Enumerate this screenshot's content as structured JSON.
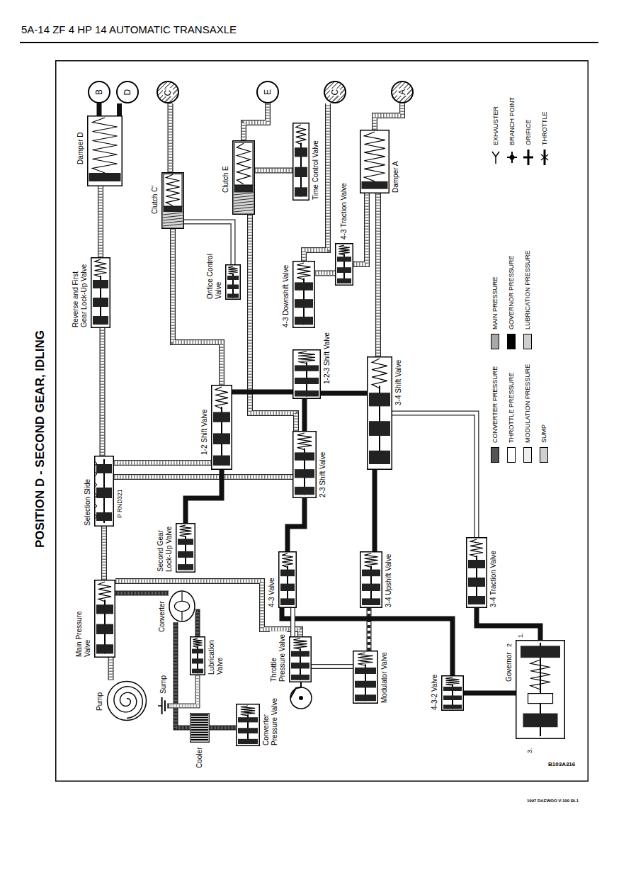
{
  "diagram": {
    "title": "POSITION D - SECOND GEAR, IDLING",
    "nodes": [
      {
        "text": [
          "Main Pressure Valve"
        ]
      },
      {
        "text": [
          "Pump"
        ]
      },
      {
        "text": [
          "Sump"
        ]
      },
      {
        "text": [
          "Cooler"
        ]
      },
      {
        "text": [
          "Lubrication Valve"
        ]
      },
      {
        "text": [
          "Converter"
        ]
      },
      {
        "text": [
          "Converter Pressure Valve"
        ]
      },
      {
        "text": [
          "Second Gear Lock-Up Valve"
        ]
      },
      {
        "text": [
          "Throttle Pressure Valve"
        ]
      },
      {
        "text": [
          "Modulator Valve"
        ]
      },
      {
        "text": [
          "4-3-2 Valve"
        ]
      },
      {
        "text": [
          "Governor"
        ]
      },
      {
        "text": [
          "Selection Slide"
        ]
      },
      {
        "text": [
          "4-3 Valve"
        ]
      },
      {
        "text": [
          "3-4 Upshift Valve"
        ]
      },
      {
        "text": [
          "3-4 Traction Valve"
        ]
      },
      {
        "text": [
          "2-3 Shift Valve"
        ]
      },
      {
        "text": [
          "1-2 Shift Valve"
        ]
      },
      {
        "text": [
          "3-4 Shift Valve"
        ]
      },
      {
        "text": [
          "1-2-3 Shift Valve"
        ]
      },
      {
        "text": [
          "Reverse and First Gear Lock-Up Valve"
        ]
      },
      {
        "text": [
          "Orifice Control Valve"
        ]
      },
      {
        "text": [
          "4-3 Downshift Valve"
        ]
      },
      {
        "text": [
          "4-3 Traction Valve"
        ]
      },
      {
        "text": [
          "Clutch C'"
        ]
      },
      {
        "text": [
          "Clutch E"
        ]
      },
      {
        "text": [
          "Time Control Valve"
        ]
      },
      {
        "text": [
          "Damper A"
        ]
      },
      {
        "text": [
          "Damper D"
        ]
      },
      {
        "text": [
          "B"
        ]
      },
      {
        "text": [
          "D"
        ]
      },
      {
        "text": [
          "C'"
        ]
      },
      {
        "text": [
          "E"
        ]
      },
      {
        "text": [
          "C"
        ]
      },
      {
        "text": [
          "A"
        ]
      }
    ],
    "edges": [
      {
        "from": 1,
        "to": 0,
        "arrow": "none"
      },
      {
        "from": 0,
        "to": 5,
        "arrow": "none"
      },
      {
        "from": 5,
        "to": 4,
        "arrow": "none"
      },
      {
        "from": 5,
        "to": 3,
        "arrow": "none"
      },
      {
        "from": 3,
        "to": 6,
        "arrow": "none"
      },
      {
        "from": 0,
        "to": 12,
        "arrow": "none"
      },
      {
        "from": 0,
        "to": 8,
        "arrow": "none"
      },
      {
        "from": 8,
        "to": 9,
        "arrow": "none"
      },
      {
        "from": 9,
        "to": 14,
        "arrow": "none"
      },
      {
        "from": 12,
        "to": 17,
        "arrow": "none"
      },
      {
        "from": 12,
        "to": 16,
        "arrow": "none"
      },
      {
        "from": 12,
        "to": 20,
        "arrow": "none"
      },
      {
        "from": 20,
        "to": 28,
        "arrow": "none"
      },
      {
        "from": 28,
        "to": 29,
        "arrow": "none"
      },
      {
        "from": 28,
        "to": 30,
        "arrow": "none"
      },
      {
        "from": 17,
        "to": 24,
        "arrow": "none"
      },
      {
        "from": 24,
        "to": 31,
        "arrow": "none"
      },
      {
        "from": 16,
        "to": 25,
        "arrow": "none"
      },
      {
        "from": 25,
        "to": 32,
        "arrow": "none"
      },
      {
        "from": 26,
        "to": 25,
        "arrow": "none"
      },
      {
        "from": 27,
        "to": 34,
        "arrow": "none"
      },
      {
        "from": 18,
        "to": 27,
        "arrow": "none"
      },
      {
        "from": 22,
        "to": 33,
        "arrow": "none"
      },
      {
        "from": 11,
        "to": 10,
        "arrow": "none"
      },
      {
        "from": 11,
        "to": 15,
        "arrow": "none"
      },
      {
        "from": 10,
        "to": 13,
        "arrow": "none"
      },
      {
        "from": 8,
        "to": 13,
        "arrow": "none"
      },
      {
        "from": 7,
        "to": 17,
        "arrow": "none"
      },
      {
        "from": 13,
        "to": 16,
        "arrow": "none"
      },
      {
        "from": 19,
        "to": 16,
        "arrow": "none"
      },
      {
        "from": 19,
        "to": 18,
        "arrow": "none"
      },
      {
        "from": 14,
        "to": 18,
        "arrow": "none"
      },
      {
        "from": 15,
        "to": 18,
        "arrow": "none"
      },
      {
        "from": 21,
        "to": 24,
        "arrow": "none"
      },
      {
        "from": 23,
        "to": 27,
        "arrow": "none"
      },
      {
        "from": 22,
        "to": 23,
        "arrow": "none"
      },
      {
        "from": 17,
        "to": 19,
        "arrow": "none"
      },
      {
        "from": 4,
        "to": 2,
        "arrow": "none"
      }
    ],
    "labels": [
      "5A-14 ZF 4 HP 14 AUTOMATIC TRANSAXLE",
      "P RND321",
      "1.",
      "2",
      "3.",
      "B103A316",
      "1997 DAEWOO V-100 BL1"
    ],
    "legend": [
      {
        "text": "CONVERTER PRESSURE",
        "color": "#555555"
      },
      {
        "text": "THROTTLE PRESSURE",
        "color": "#ffffff"
      },
      {
        "text": "MODULATION PRESSURE",
        "color": "#eeeeee"
      },
      {
        "text": "SUMP",
        "color": "#d0d0d0"
      },
      {
        "text": "MAIN PRESSURE",
        "color": "#a8a8a8"
      },
      {
        "text": "GOVERNOR PRESSURE",
        "color": "#000000"
      },
      {
        "text": "LUBRICATION PRESSURE",
        "color": "#cfcfcf"
      },
      {
        "text": "EXHAUSTER"
      },
      {
        "text": "BRANCH POINT"
      },
      {
        "text": "ORIFICE"
      },
      {
        "text": "THROTTLE"
      }
    ]
  }
}
